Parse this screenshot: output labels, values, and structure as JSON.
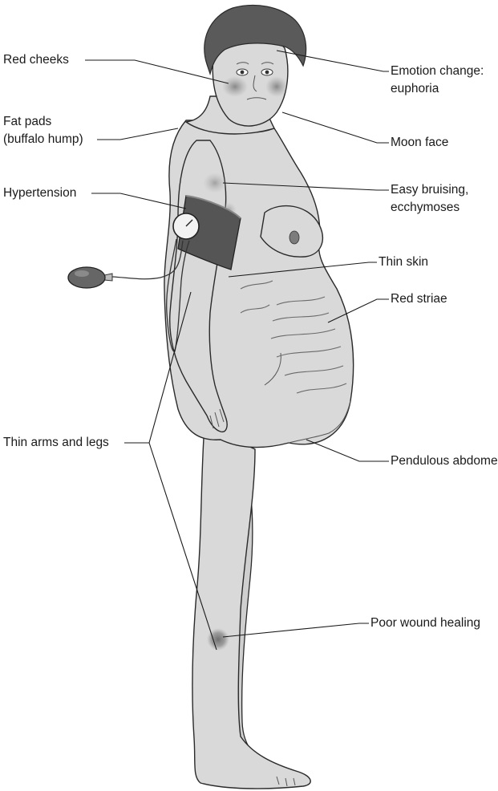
{
  "labels": {
    "red_cheeks": "Red cheeks",
    "fat_pads_1": "Fat pads",
    "fat_pads_2": "(buffalo hump)",
    "hypertension": "Hypertension",
    "thin_arms_legs": "Thin arms and legs",
    "emotion_1": "Emotion change:",
    "emotion_2": "euphoria",
    "moon_face": "Moon face",
    "bruising_1": "Easy bruising,",
    "bruising_2": "ecchymoses",
    "thin_skin": "Thin skin",
    "red_striae": "Red striae",
    "pendulous_abdomen": "Pendulous abdomen",
    "poor_wound_healing": "Poor wound healing"
  },
  "colors": {
    "skin": "#d9d9d9",
    "hair": "#5a5a5a",
    "cuff": "#555555",
    "lesion": "#8c8c8c",
    "line": "#1a1a1a"
  }
}
